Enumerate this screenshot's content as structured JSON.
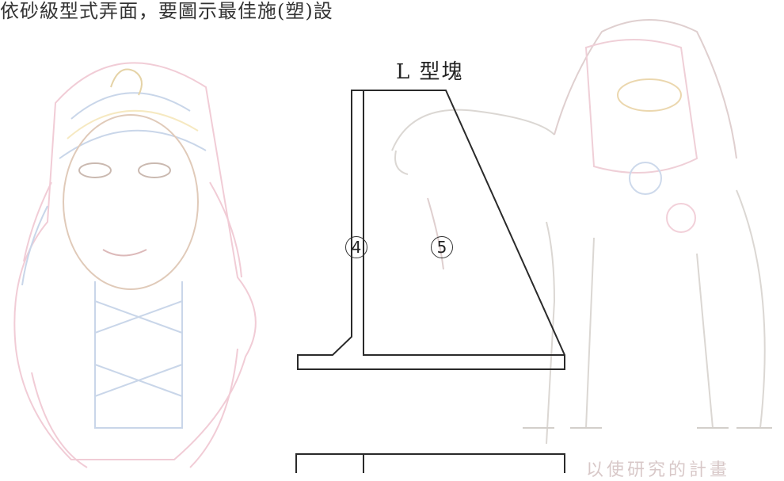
{
  "header": {
    "text": "依砂級型式弄面，要圖示最佳施(塑)設"
  },
  "diagram": {
    "title": "L 型塊",
    "labels": {
      "part4": "4",
      "part5": "5"
    }
  },
  "footer": {
    "faded_text": "以使研究的計畫"
  },
  "colors": {
    "line": "#2a2a2a",
    "sketch_pink": "#e6a3b5",
    "sketch_blue": "#9db5d8",
    "sketch_yellow": "#f0d890"
  }
}
